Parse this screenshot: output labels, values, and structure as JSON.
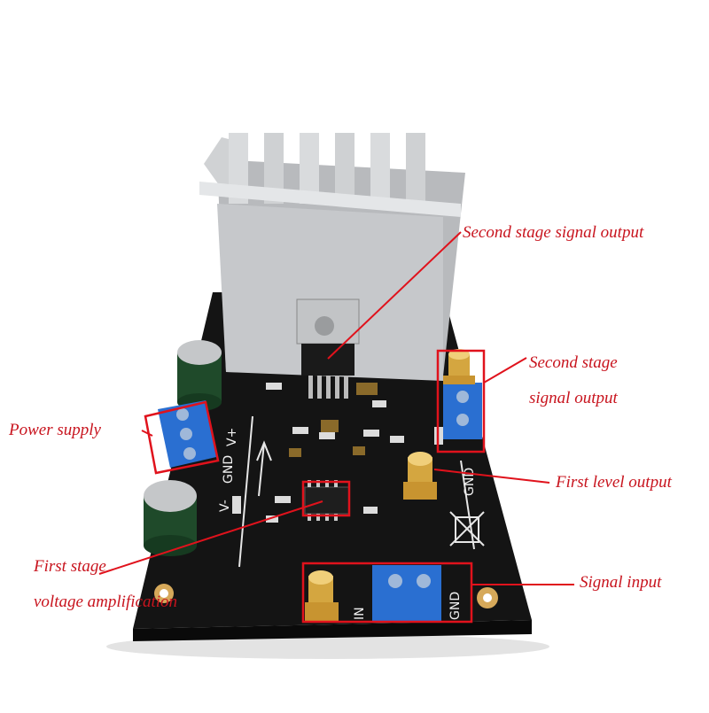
{
  "annotations": {
    "second_stage_regulator": "Second stage signal output",
    "second_stage_output_line1": "Second stage",
    "second_stage_output_line2": "signal output",
    "power_supply": "Power supply",
    "first_level_output": "First level output",
    "first_stage_line1": "First stage",
    "first_stage_line2": "voltage amplification",
    "signal_input": "Signal input"
  },
  "silkscreen": {
    "gnd_right": "GND",
    "gnd_bottom": "GND",
    "in": "IN",
    "v_minus": "V-",
    "gnd_power": "GND",
    "v_plus": "V+"
  },
  "colors": {
    "annotation": "#c8141e",
    "pcb": "#111111",
    "heatsink": "#c9cbcd",
    "terminal_block": "#2a6fd1",
    "sma_gold": "#d4a640",
    "capacitor": "#1f4a2a"
  }
}
